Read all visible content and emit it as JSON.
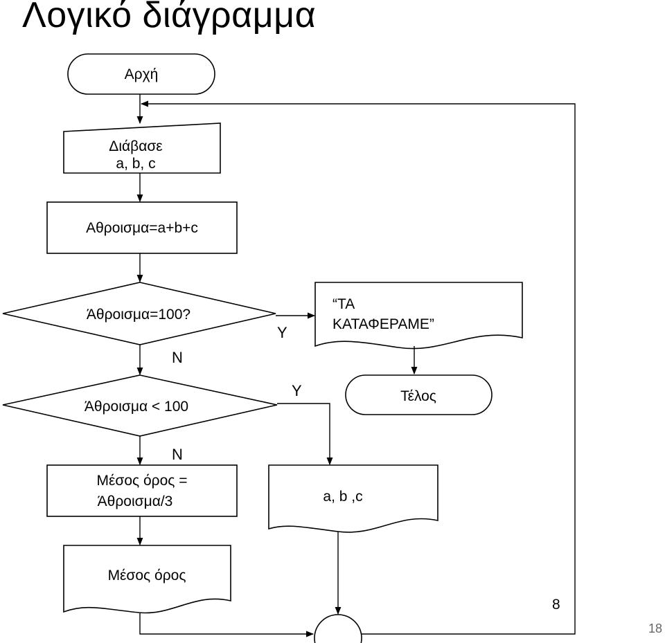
{
  "title": "Λογικό διάγραμμα",
  "flowchart": {
    "start": "Αρχή",
    "read_line1": "Διάβασε",
    "read_line2": "a, b, c",
    "sum": "Αθροισμα=a+b+c",
    "decision_equal": "Άθροισμα=100?",
    "success_line1": "“ΤΑ",
    "success_line2": "ΚΑΤΑΦΕΡΑΜΕ”",
    "end": "Τέλος",
    "decision_less": "Άθροισμα < 100",
    "mean_line1": "Μέσος όρος =",
    "mean_line2": "Άθροισμα/3",
    "output_abc": "a, b ,c",
    "output_mean": "Μέσος όρος",
    "yes_label": "Y",
    "no_label": "N",
    "inner_number": "8"
  },
  "slide_number": "18"
}
